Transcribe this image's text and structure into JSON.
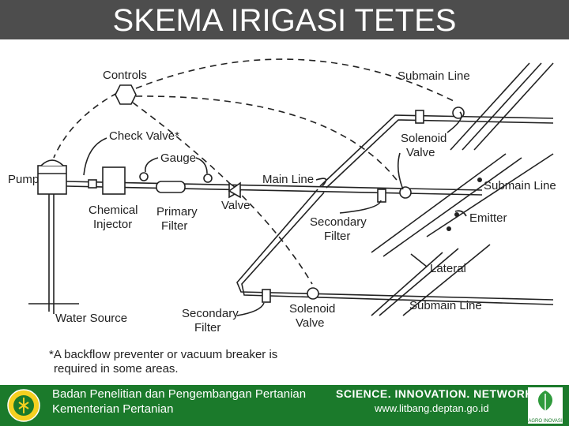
{
  "title": "SKEMA IRIGASI TETES",
  "labels": {
    "controls": "Controls",
    "submain_top": "Submain Line",
    "check_valve": "Check Valve*",
    "gauge": "Gauge",
    "pump": "Pump",
    "chemical_injector_1": "Chemical",
    "chemical_injector_2": "Injector",
    "primary_filter_1": "Primary",
    "primary_filter_2": "Filter",
    "valve": "Valve",
    "main_line": "Main Line",
    "solenoid_top_1": "Solenoid",
    "solenoid_top_2": "Valve",
    "submain_mid": "Submain Line",
    "emitter": "Emitter",
    "secondary_filter_mid_1": "Secondary",
    "secondary_filter_mid_2": "Filter",
    "lateral": "Lateral",
    "submain_bottom": "Submain Line",
    "water_source": "Water Source",
    "secondary_filter_bottom_1": "Secondary",
    "secondary_filter_bottom_2": "Filter",
    "solenoid_bottom_1": "Solenoid",
    "solenoid_bottom_2": "Valve",
    "footnote_1": "*A backflow preventer or vacuum breaker is",
    "footnote_2": "required in some areas."
  },
  "footer": {
    "org_line_1": "Badan Penelitian dan Pengembangan Pertanian",
    "org_line_2": "Kementerian Pertanian",
    "slogan": "SCIENCE. INNOVATION. NETWORKS",
    "url": "www.litbang.deptan.go.id",
    "logo_right_text": "AGRO INOVASI"
  },
  "colors": {
    "title_bg": "#4d4d4d",
    "footer_bg": "#1b7a2b",
    "line": "#222222"
  }
}
